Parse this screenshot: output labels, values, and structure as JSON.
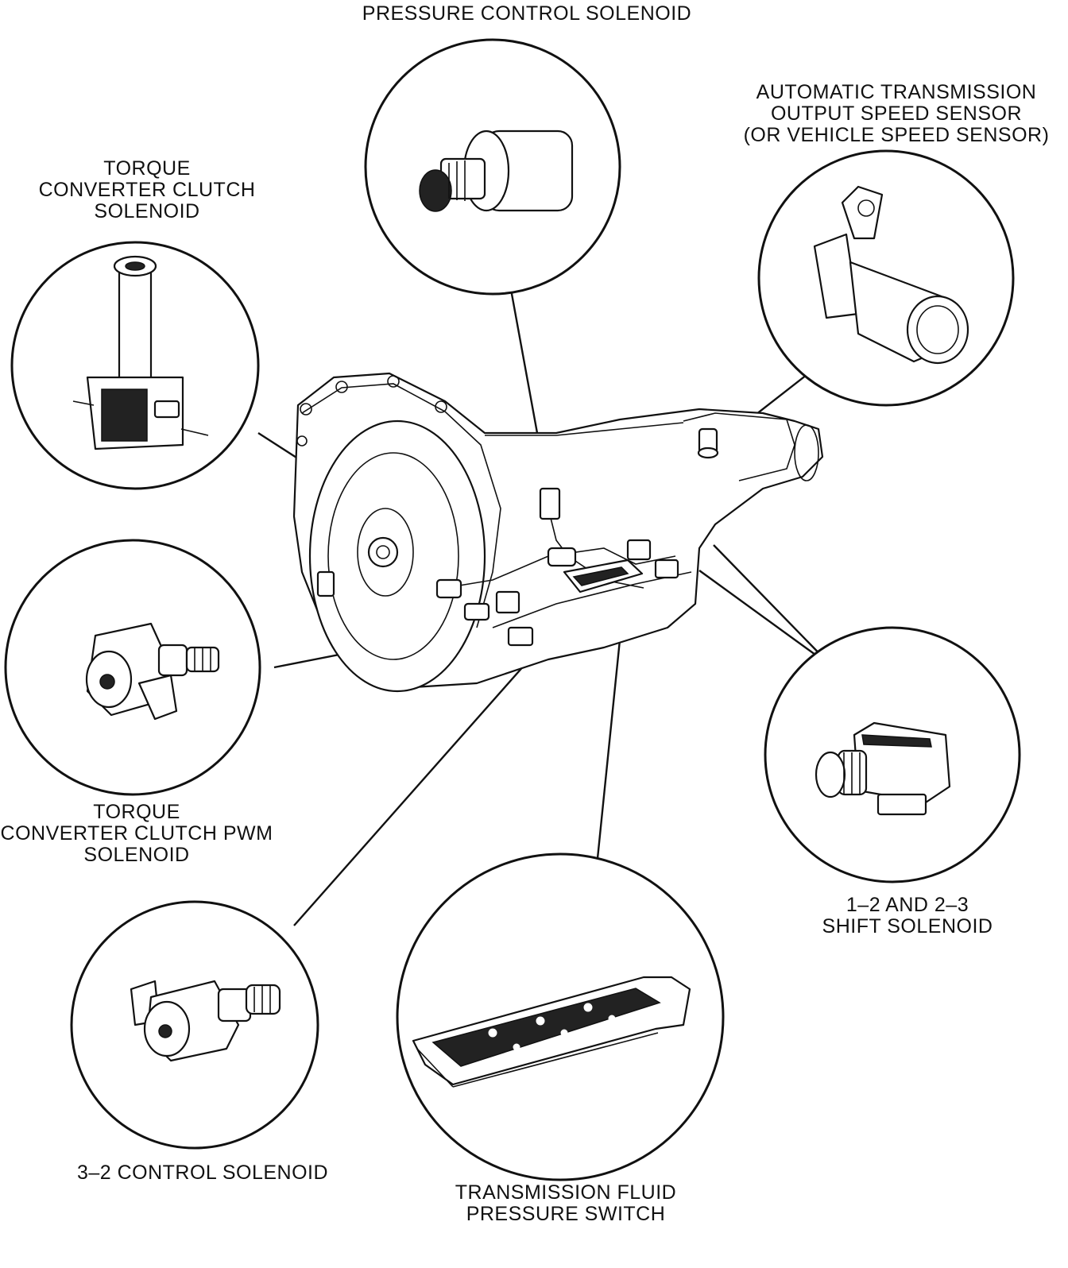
{
  "labels": {
    "pressure_control_solenoid": "PRESSURE CONTROL SOLENOID",
    "output_speed_sensor": [
      "AUTOMATIC TRANSMISSION",
      "OUTPUT SPEED SENSOR",
      "(OR VEHICLE SPEED SENSOR)"
    ],
    "tcc_solenoid": [
      "TORQUE",
      "CONVERTER CLUTCH",
      "SOLENOID"
    ],
    "tcc_pwm_solenoid": [
      "TORQUE",
      "CONVERTER CLUTCH PWM",
      "SOLENOID"
    ],
    "shift_solenoid": [
      "1–2 AND 2–3",
      "SHIFT SOLENOID"
    ],
    "control_solenoid_32": "3–2 CONTROL SOLENOID",
    "fluid_pressure_switch": [
      "TRANSMISSION FLUID",
      "PRESSURE SWITCH"
    ]
  }
}
